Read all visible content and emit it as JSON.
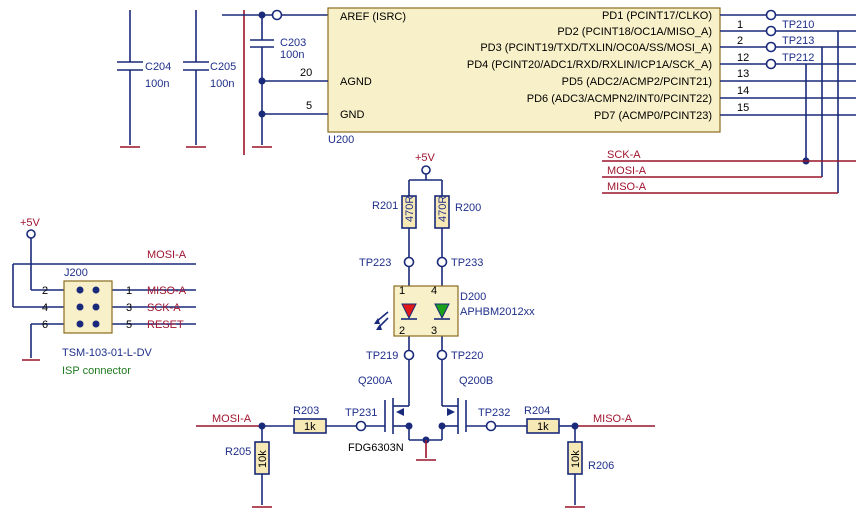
{
  "u200": {
    "ref": "U200",
    "left_pins": [
      {
        "num": "",
        "name": "AREF (ISRC)"
      },
      {
        "num": "20",
        "name": "AGND"
      },
      {
        "num": "5",
        "name": "GND"
      }
    ],
    "right_pins": [
      {
        "num": "",
        "name": "PD1 (PCINT17/CLKO)"
      },
      {
        "num": "1",
        "name": "PD2 (PCINT18/OC1A/MISO_A)"
      },
      {
        "num": "2",
        "name": "PD3 (PCINT19/TXD/TXLIN/OC0A/SS/MOSI_A)"
      },
      {
        "num": "12",
        "name": "PD4 (PCINT20/ADC1/RXD/RXLIN/ICP1A/SCK_A)"
      },
      {
        "num": "13",
        "name": "PD5 (ADC2/ACMP2/PCINT21)"
      },
      {
        "num": "14",
        "name": "PD6 (ADC3/ACMPN2/INT0/PCINT22)"
      },
      {
        "num": "15",
        "name": "PD7 (ACMP0/PCINT23)"
      }
    ],
    "testpoints": [
      "TP210",
      "TP213",
      "TP212"
    ]
  },
  "caps": [
    {
      "ref": "C204",
      "value": "100n"
    },
    {
      "ref": "C205",
      "value": "100n"
    },
    {
      "ref": "C203",
      "value": "100n"
    }
  ],
  "nets": {
    "sck": "SCK-A",
    "mosi": "MOSI-A",
    "miso": "MISO-A",
    "reset": "RESET",
    "vcc": "+5V"
  },
  "j200": {
    "ref": "J200",
    "part": "TSM-103-01-L-DV",
    "desc": "ISP connector",
    "pins": [
      "2",
      "1",
      "4",
      "3",
      "6",
      "5"
    ]
  },
  "led": {
    "r201": {
      "ref": "R201",
      "value": "470R"
    },
    "r200": {
      "ref": "R200",
      "value": "470R"
    },
    "tp223": "TP223",
    "tp233": "TP233",
    "tp219": "TP219",
    "tp220": "TP220",
    "d200": {
      "ref": "D200",
      "part": "APHBM2012xx",
      "pins": [
        "1",
        "4",
        "2",
        "3"
      ]
    }
  },
  "fet": {
    "q200a": "Q200A",
    "q200b": "Q200B",
    "part": "FDG6303N",
    "r203": {
      "ref": "R203",
      "value": "1k"
    },
    "r204": {
      "ref": "R204",
      "value": "1k"
    },
    "r205": {
      "ref": "R205",
      "value": "10k"
    },
    "r206": {
      "ref": "R206",
      "value": "10k"
    },
    "tp231": "TP231",
    "tp232": "TP232"
  }
}
